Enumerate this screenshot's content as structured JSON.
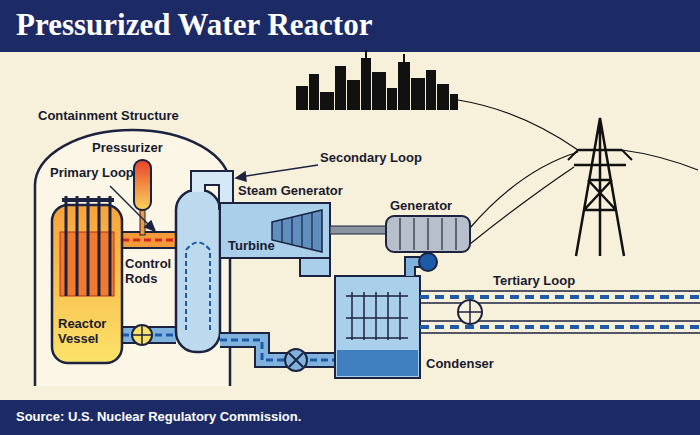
{
  "diagram": {
    "title": "Pressurized Water Reactor",
    "caption": "Source: U.S. Nuclear Regulatory Commission.",
    "labels": [
      "Containment Structure",
      "Pressurizer",
      "Primary Loop",
      "Steam Generator",
      "Secondary Loop",
      "Generator",
      "Turbine",
      "Control Rods",
      "Tertiary Loop",
      "Reactor Vessel",
      "Condenser"
    ]
  }
}
